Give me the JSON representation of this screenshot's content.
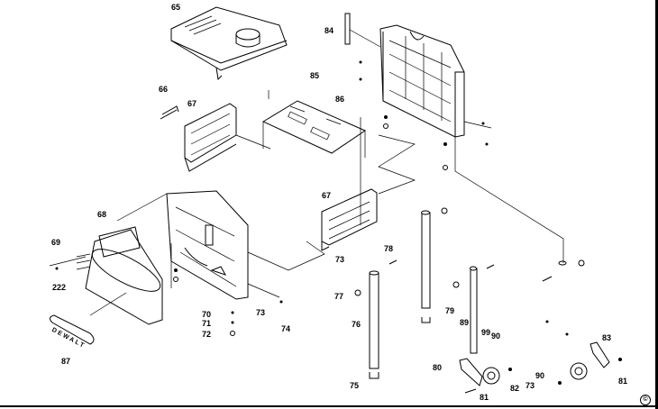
{
  "diagram": {
    "type": "exploded parts diagram",
    "brand_text": "DEWALT",
    "copyright_symbol": "©",
    "part_labels": [
      {
        "id": "label-65",
        "text": "65"
      },
      {
        "id": "label-66",
        "text": "66"
      },
      {
        "id": "label-67a",
        "text": "67"
      },
      {
        "id": "label-67b",
        "text": "67"
      },
      {
        "id": "label-68",
        "text": "68"
      },
      {
        "id": "label-69",
        "text": "69"
      },
      {
        "id": "label-222",
        "text": "222"
      },
      {
        "id": "label-87",
        "text": "87"
      },
      {
        "id": "label-70",
        "text": "70"
      },
      {
        "id": "label-71",
        "text": "71"
      },
      {
        "id": "label-72",
        "text": "72"
      },
      {
        "id": "label-73a",
        "text": "73"
      },
      {
        "id": "label-73b",
        "text": "73"
      },
      {
        "id": "label-73c",
        "text": "73"
      },
      {
        "id": "label-74",
        "text": "74"
      },
      {
        "id": "label-75",
        "text": "75"
      },
      {
        "id": "label-76",
        "text": "76"
      },
      {
        "id": "label-77",
        "text": "77"
      },
      {
        "id": "label-78",
        "text": "78"
      },
      {
        "id": "label-79",
        "text": "79"
      },
      {
        "id": "label-80",
        "text": "80"
      },
      {
        "id": "label-81a",
        "text": "81"
      },
      {
        "id": "label-81b",
        "text": "81"
      },
      {
        "id": "label-82",
        "text": "82"
      },
      {
        "id": "label-83",
        "text": "83"
      },
      {
        "id": "label-84",
        "text": "84"
      },
      {
        "id": "label-85",
        "text": "85"
      },
      {
        "id": "label-86",
        "text": "86"
      },
      {
        "id": "label-89",
        "text": "89"
      },
      {
        "id": "label-99",
        "text": "99"
      },
      {
        "id": "label-90a",
        "text": "90"
      },
      {
        "id": "label-90b",
        "text": "90"
      }
    ]
  }
}
